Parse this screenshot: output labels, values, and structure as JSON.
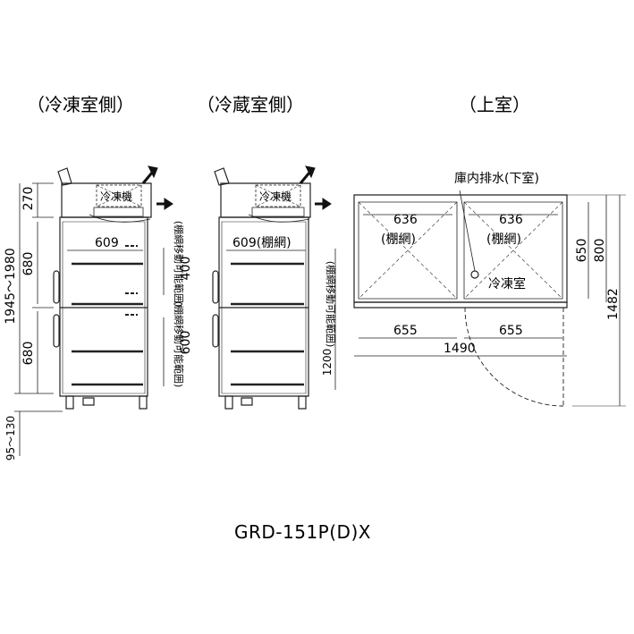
{
  "views": {
    "freezer_side": "（冷凍室側）",
    "fridge_side": "（冷蔵室側）",
    "top": "（上室）"
  },
  "labels": {
    "compressor": "冷凍機",
    "drain": "庫内排水(下室)",
    "freezer": "冷凍室",
    "shelf_net": "(棚網)",
    "shelf_range": "(棚網移動可能範囲)"
  },
  "dims": {
    "d270": "270",
    "d680_top": "680",
    "d680_bot": "680",
    "d1945": "1945～1980",
    "d95": "95～130",
    "d609": "609",
    "d609_net": "609(棚網)",
    "d400": "400",
    "d600": "600",
    "d1200": "1200",
    "d636_l": "636",
    "d636_r": "636",
    "d650": "650",
    "d800": "800",
    "d655_l": "655",
    "d655_r": "655",
    "d1490": "1490",
    "d1482": "1482"
  },
  "model": "GRD-151P(D)X"
}
